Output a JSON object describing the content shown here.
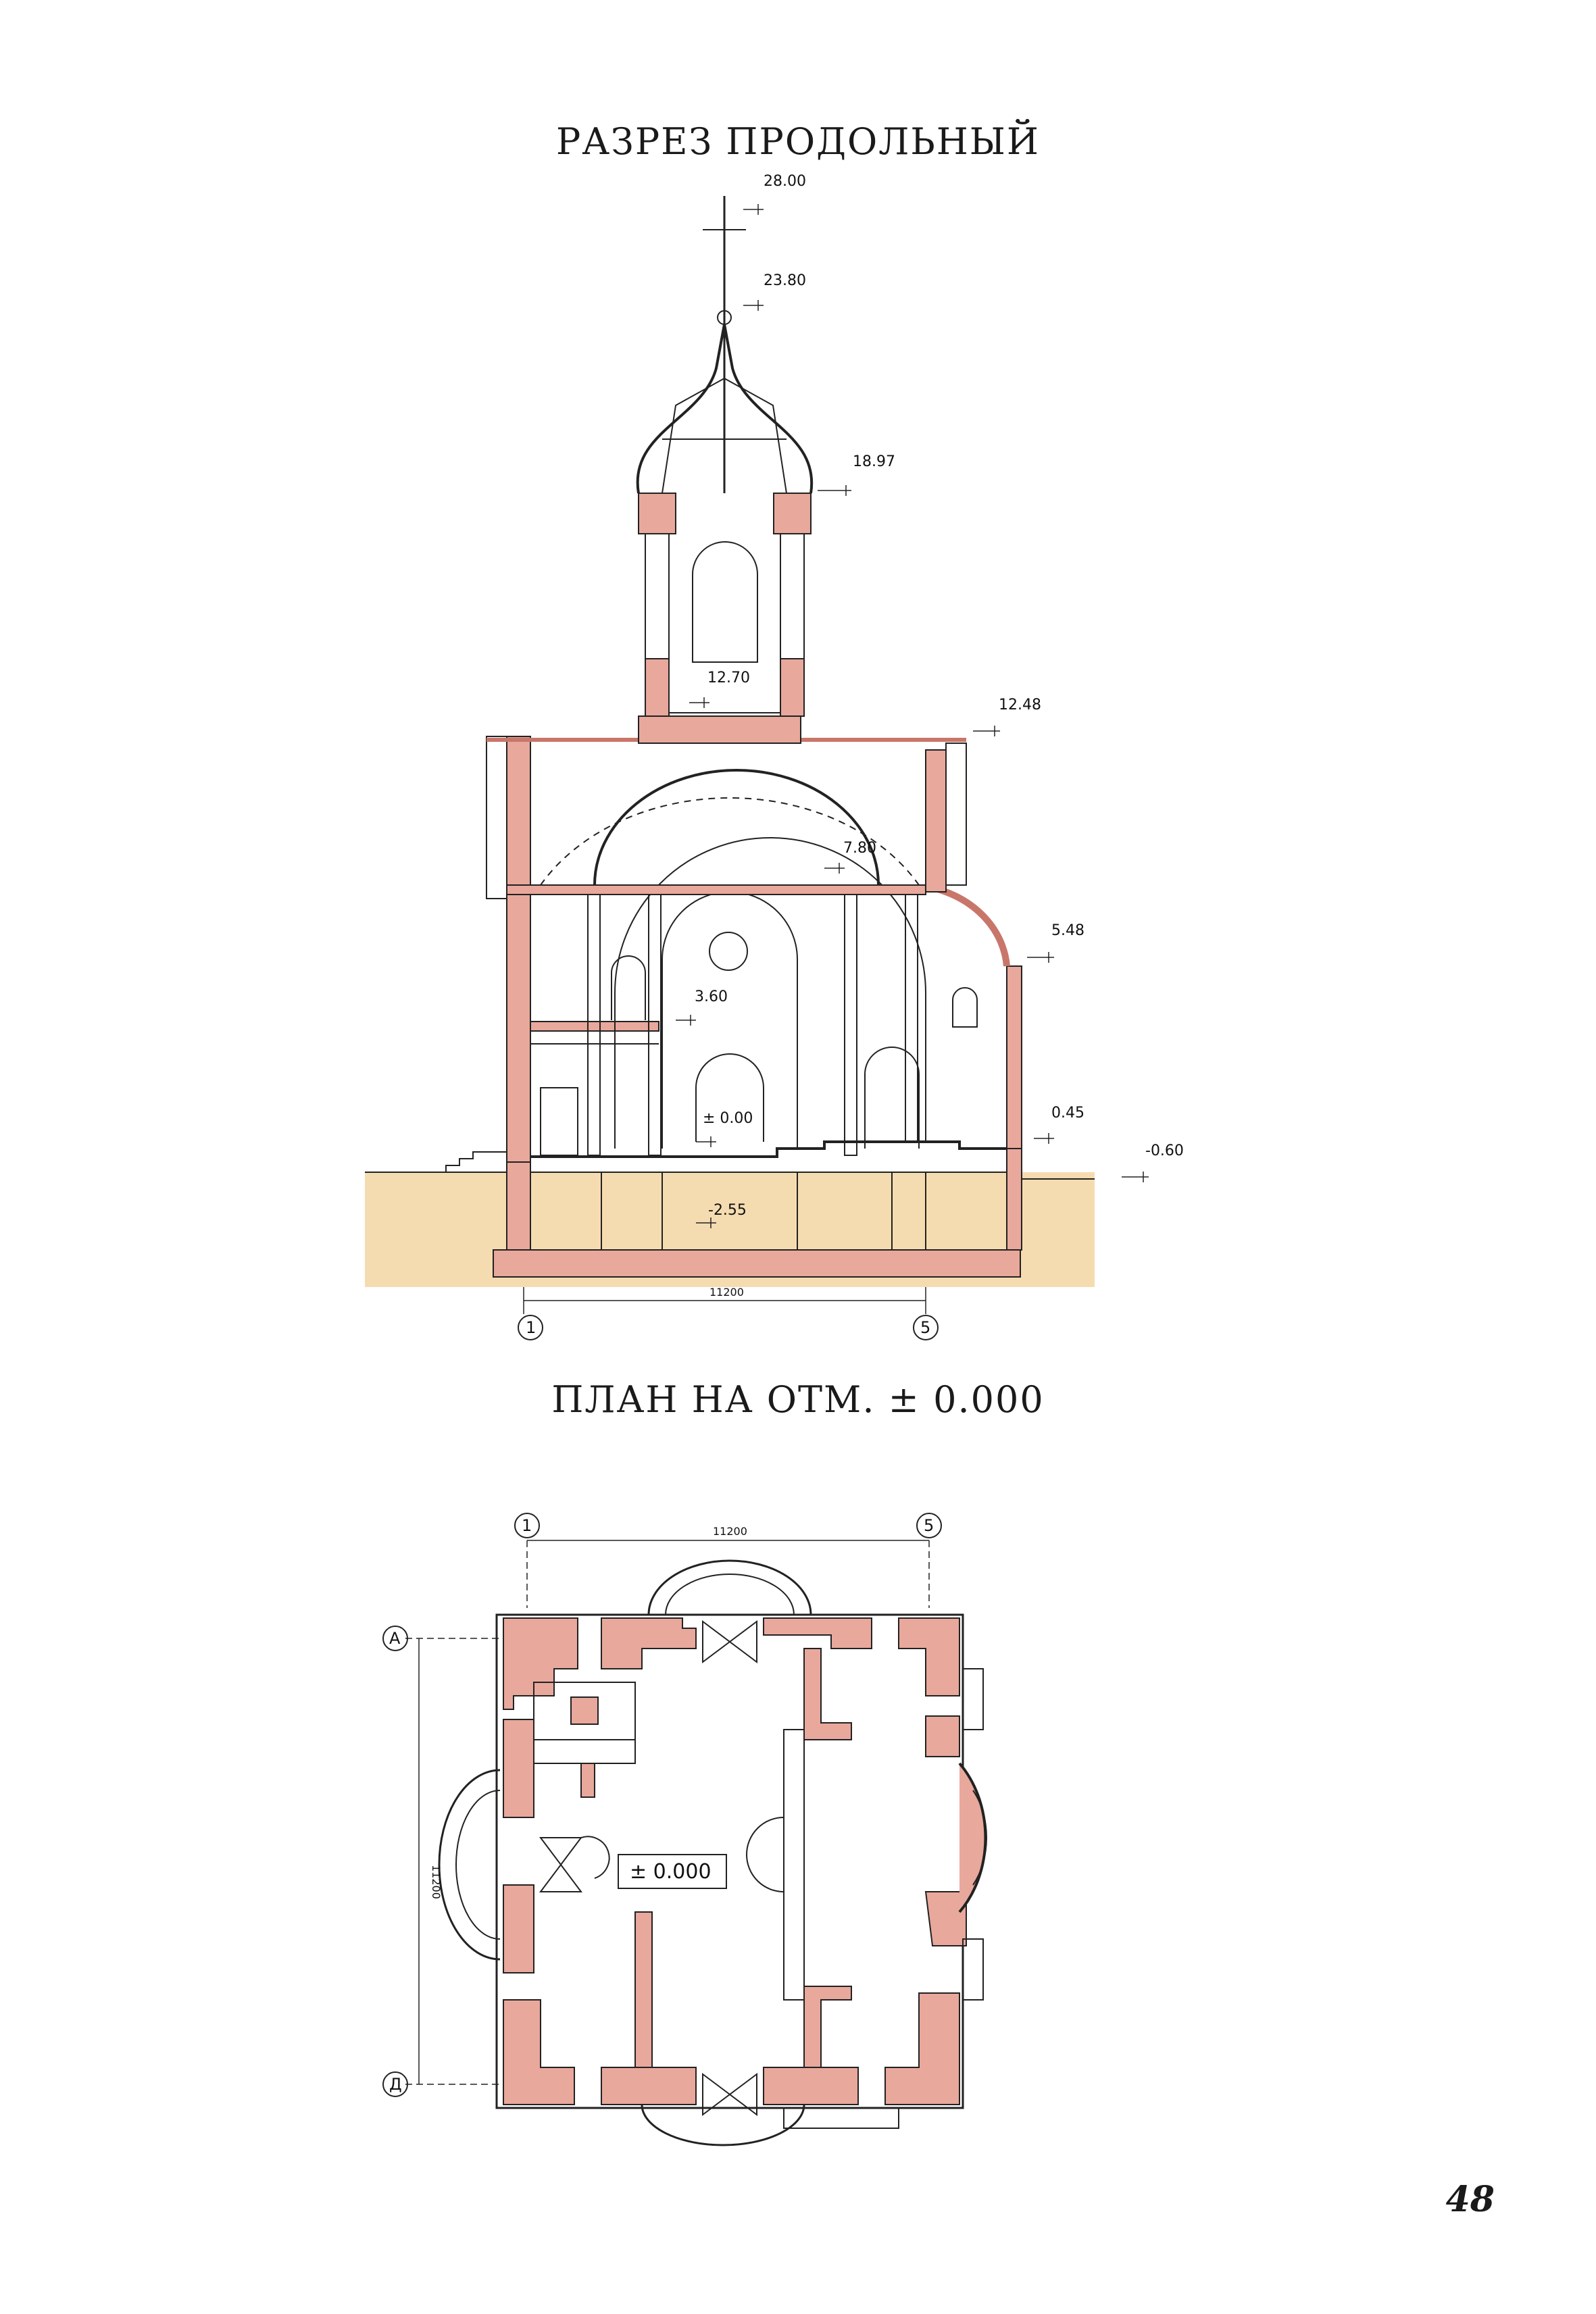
{
  "section": {
    "title": "РАЗРЕЗ ПРОДОЛЬНЫЙ",
    "elevations": [
      "28.00",
      "23.80",
      "18.97",
      "12.70",
      "12.48",
      "7.80",
      "5.48",
      "3.60",
      "0.45",
      "-0.60",
      "± 0.00",
      "-2.55"
    ],
    "dimension": "11200",
    "axes": [
      "1",
      "5"
    ]
  },
  "plan": {
    "title": "ПЛАН НА ОТМ. ± 0.000",
    "room_label": "± 0.000",
    "dimension_horizontal": "11200",
    "dimension_vertical": "11200",
    "axes_top": [
      "1",
      "5"
    ],
    "axes_left": [
      "А",
      "Д"
    ]
  },
  "page_number": "48",
  "colors": {
    "wall": "#e8a89c",
    "wall_dark": "#c9766a",
    "ground": "#f5dcb0",
    "line": "#222222"
  }
}
